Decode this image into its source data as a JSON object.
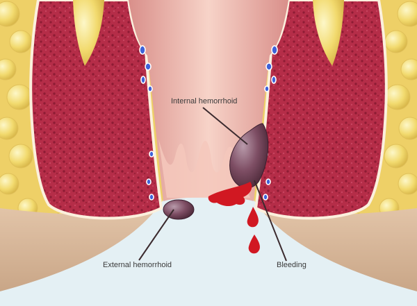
{
  "labels": {
    "internal": "Internal hemorrhoid",
    "external": "External hemorrhoid",
    "bleeding": "Bleeding"
  },
  "colors": {
    "background": "#e4f0f4",
    "fat": "#f2da6e",
    "fat_highlight": "#fbf3b4",
    "muscle": "#b52d48",
    "muscle_speckle": "#8e1c34",
    "canal": "#e9aaa2",
    "canal_light": "#f7cfc4",
    "skin": "#dcbca1",
    "hemorrhoid": "#7e4e64",
    "blood": "#d11822",
    "vein": "#3f62d8",
    "pointer": "#3b2a2e"
  }
}
